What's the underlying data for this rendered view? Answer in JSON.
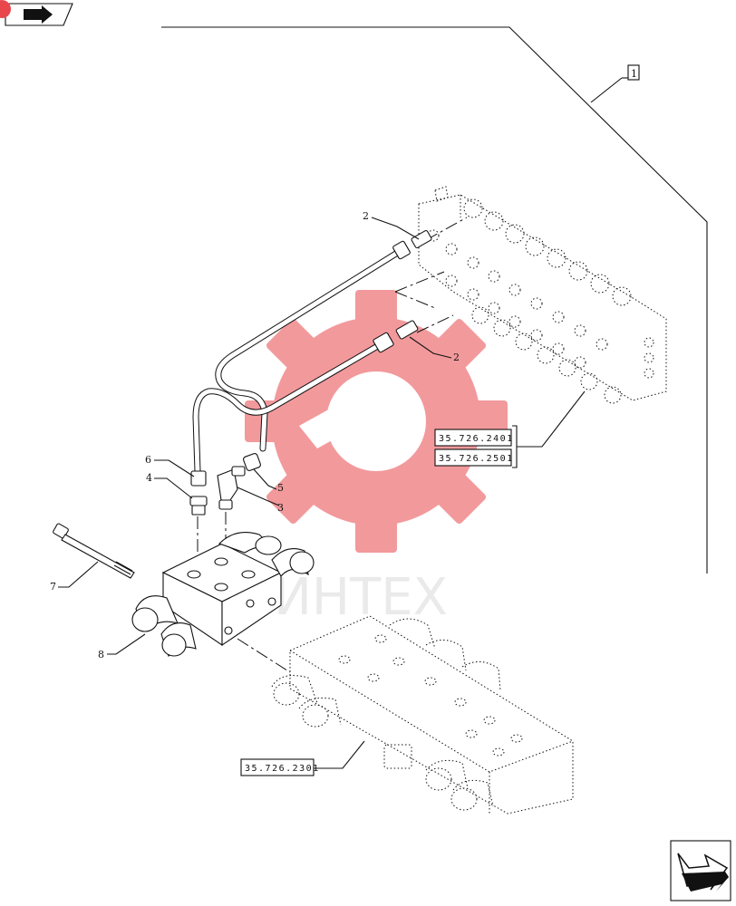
{
  "nav": {
    "top_icon": "book-arrow-icon",
    "bottom_icon": "next-page-arrow-icon"
  },
  "assembly_label": "1",
  "callouts": [
    {
      "id": "2a",
      "text": "2"
    },
    {
      "id": "2b",
      "text": "2"
    },
    {
      "id": "3",
      "text": "3"
    },
    {
      "id": "4",
      "text": "4"
    },
    {
      "id": "5",
      "text": "5"
    },
    {
      "id": "6",
      "text": "6"
    },
    {
      "id": "7",
      "text": "7"
    },
    {
      "id": "8",
      "text": "8"
    }
  ],
  "refs": {
    "upper_1": "35.726.2401",
    "upper_2": "35.726.2501",
    "lower": "35.726.2301"
  },
  "watermark": {
    "text": "ИНТЕХ",
    "color": "#e8474c",
    "icon": "gear-wrench-logo"
  }
}
